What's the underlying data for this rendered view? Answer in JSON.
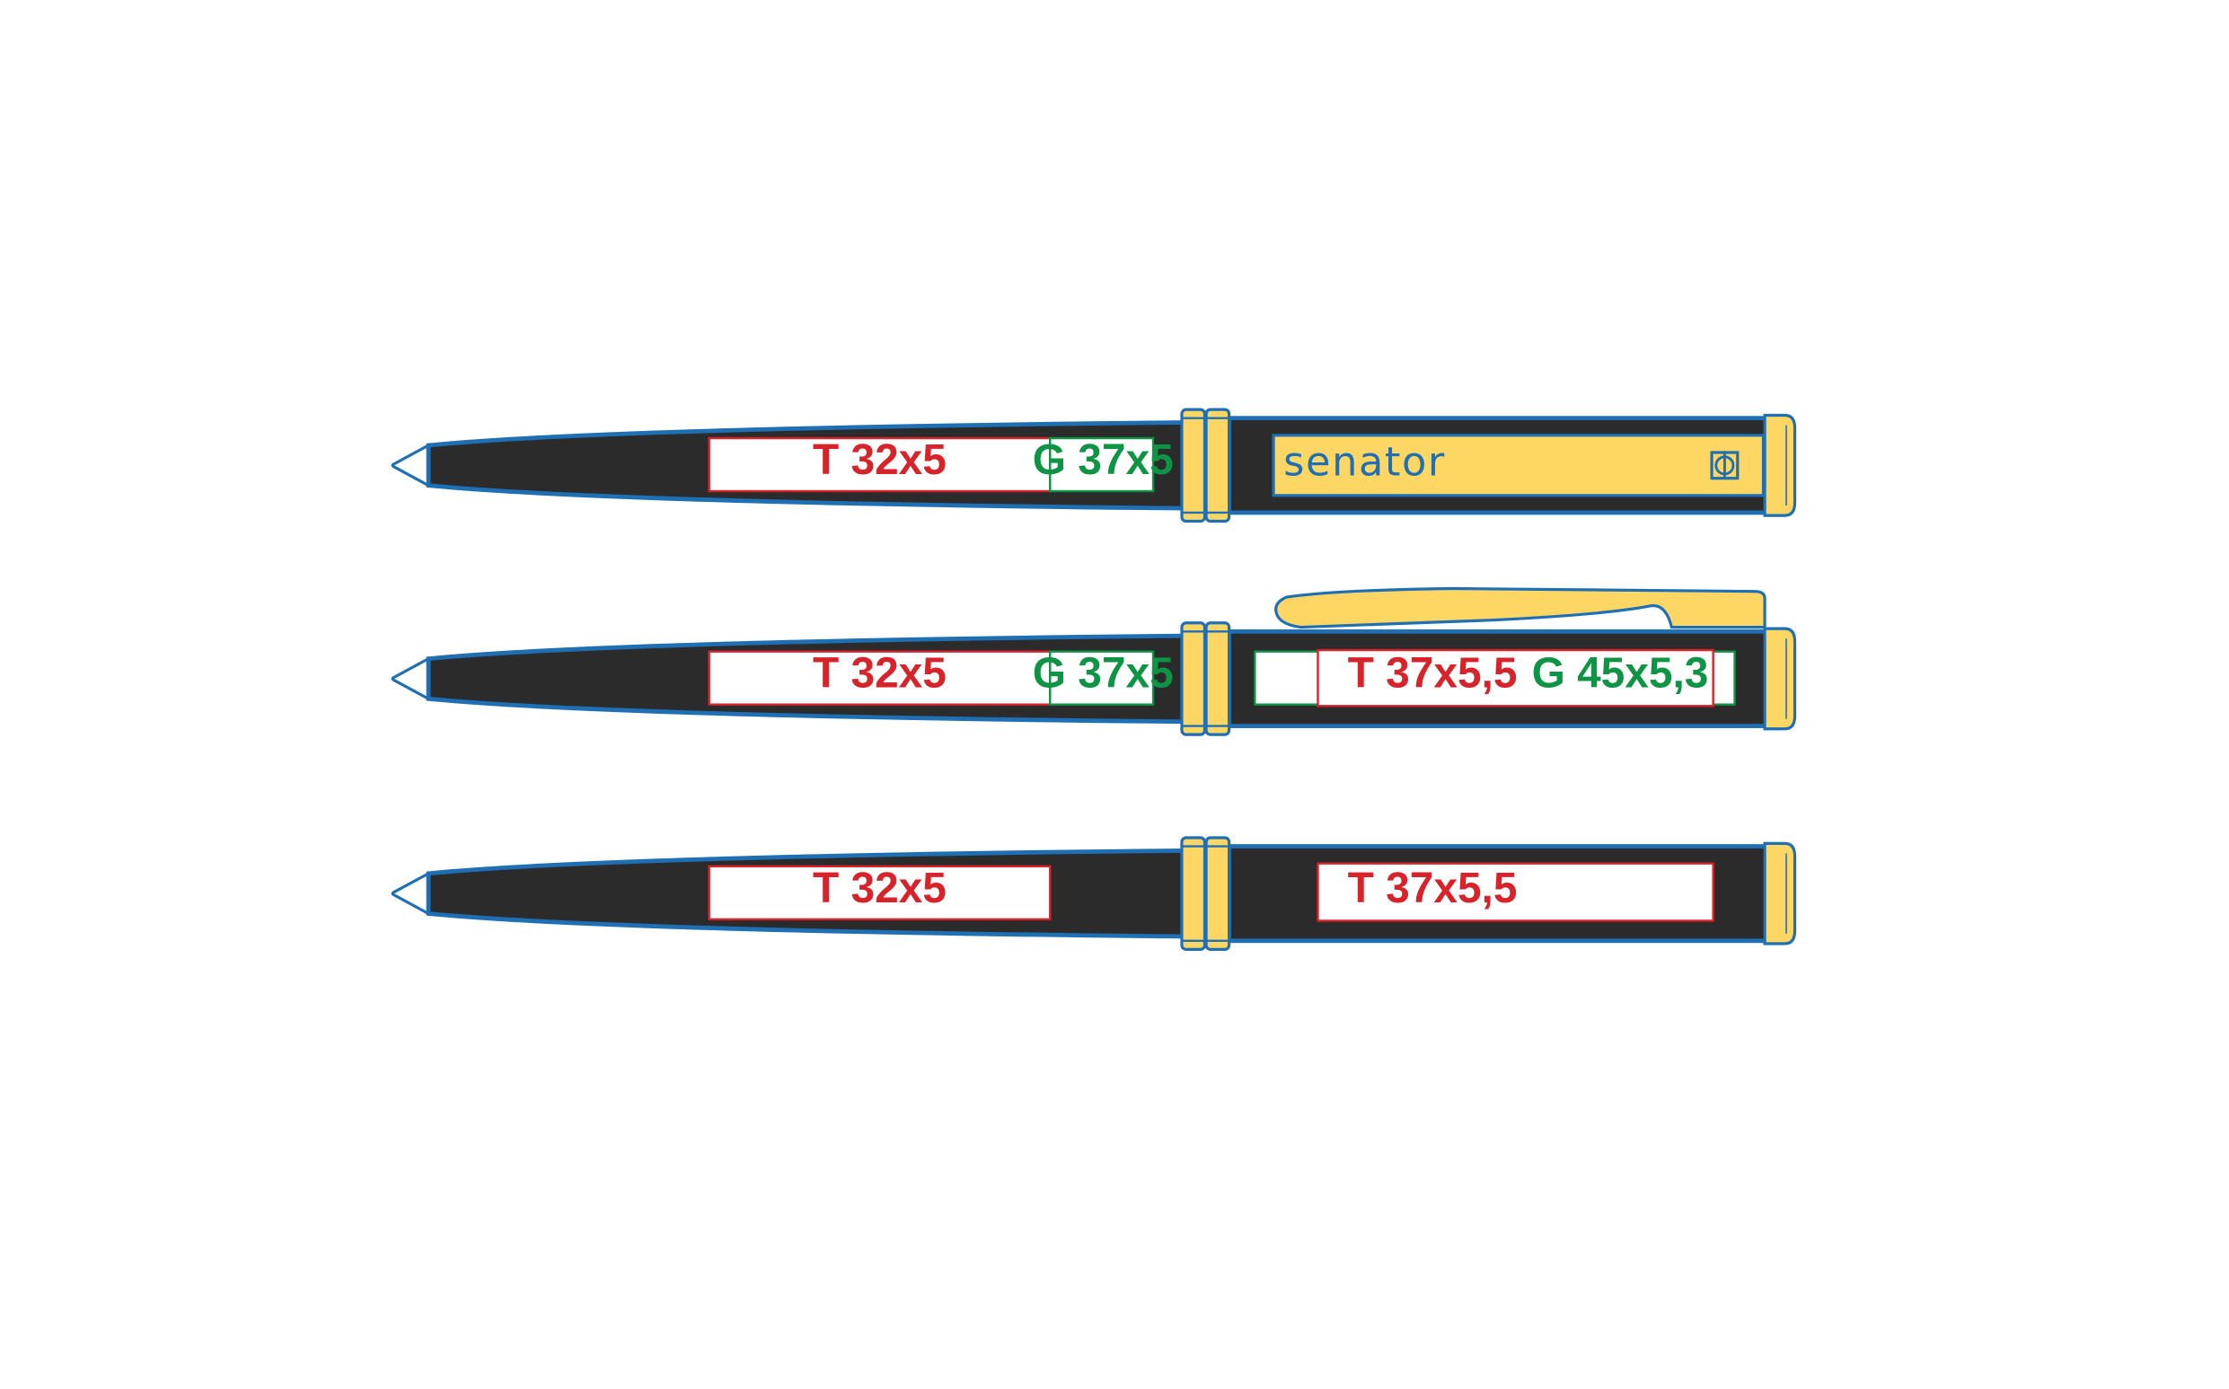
{
  "colors": {
    "barrel": "#2b2b2b",
    "outline": "#1f6fb5",
    "gold": "#fdd663",
    "tip": "#ffffff",
    "area_t": "#d7232a",
    "area_g": "#0e9444"
  },
  "brand": {
    "text": "senator",
    "logo_icon": "senator-logo-icon"
  },
  "pens": [
    {
      "name": "pen-1",
      "lower_barrel": {
        "t_area": "T 32x5",
        "g_area": "G 37x5"
      },
      "upper_barrel": {
        "type": "brand-plate"
      }
    },
    {
      "name": "pen-2",
      "has_clip": true,
      "lower_barrel": {
        "t_area": "T 32x5",
        "g_area": "G 37x5"
      },
      "upper_barrel": {
        "t_area": "T 37x5,5",
        "g_area": "G 45x5,3"
      }
    },
    {
      "name": "pen-3",
      "lower_barrel": {
        "t_area": "T 32x5"
      },
      "upper_barrel": {
        "t_area": "T 37x5,5"
      }
    }
  ]
}
